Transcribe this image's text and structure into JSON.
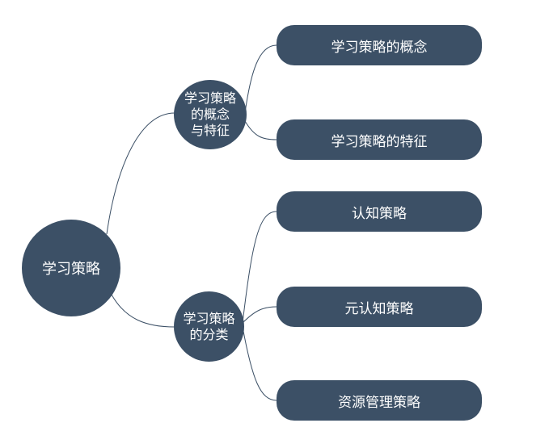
{
  "mindmap": {
    "root": {
      "label": "学习策略"
    },
    "branches": [
      {
        "label": "学习策略的概念与特征",
        "label_lines": "学习策略\n的概念\n与特征",
        "children": [
          {
            "label": "学习策略的概念"
          },
          {
            "label": "学习策略的特征"
          }
        ]
      },
      {
        "label": "学习策略的分类",
        "label_lines": "学习策略\n的分类",
        "children": [
          {
            "label": "认知策略"
          },
          {
            "label": "元认知策略"
          },
          {
            "label": "资源管理策略"
          }
        ]
      }
    ]
  },
  "colors": {
    "node_fill": "#3c5066",
    "node_text": "#ffffff",
    "connector": "#3c5066",
    "background": "#ffffff"
  }
}
